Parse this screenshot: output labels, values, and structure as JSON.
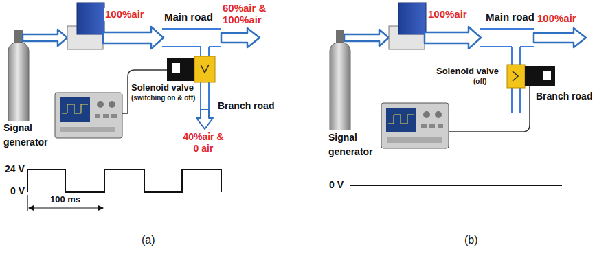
{
  "diagram": {
    "labels": [
      "100%air",
      "Main road",
      "60%air & 100%air",
      "Solenoid valve",
      "(switching on & off)",
      "Branch road",
      "40%air & 0 air",
      "Signal generator",
      "24 V",
      "0 V",
      "100 ms",
      "(a)",
      "100%air",
      "Main road",
      "100%air",
      "Solenoid valve",
      "(off)",
      "Branch road",
      "Signal generator",
      "0 V",
      "(b)"
    ]
  }
}
